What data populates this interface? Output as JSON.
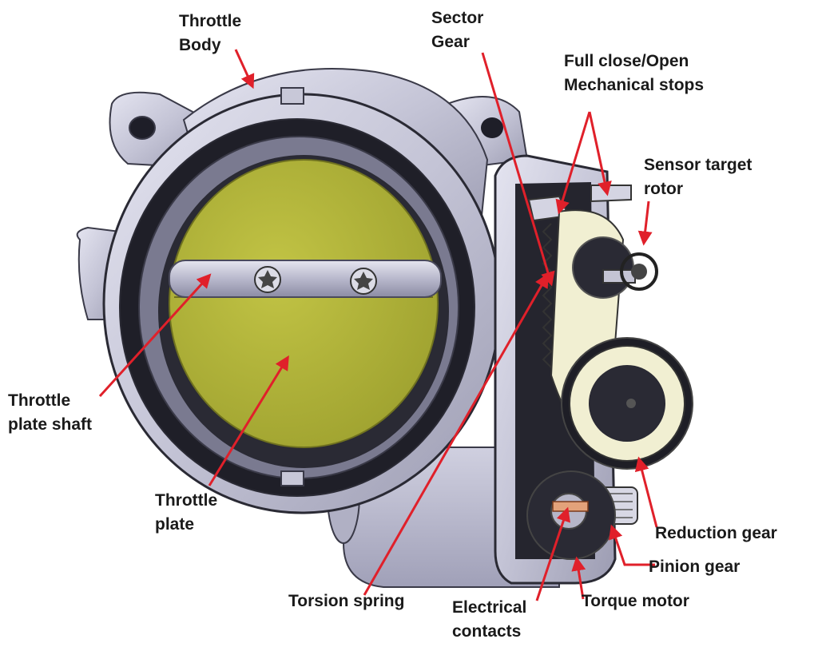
{
  "labels": {
    "throttle_body": [
      "Throttle",
      "Body"
    ],
    "sector_gear": [
      "Sector",
      "Gear"
    ],
    "mechanical_stops": [
      "Full close/Open",
      "Mechanical stops"
    ],
    "sensor_rotor": [
      "Sensor target",
      "rotor"
    ],
    "plate_shaft": [
      "Throttle",
      "plate shaft"
    ],
    "throttle_plate": [
      "Throttle",
      "plate"
    ],
    "reduction_gear": "Reduction gear",
    "pinion_gear": "Pinion gear",
    "torsion_spring": "Torsion spring",
    "electrical_contacts": [
      "Electrical",
      "contacts"
    ],
    "torque_motor": "Torque motor"
  },
  "colors": {
    "arrow": "#e0202a",
    "plate": "#b3b53a",
    "housing": "#c6c6d8",
    "housing_dark": "#2e2e38",
    "gear": "#f1efd2",
    "label_text": "#1a1a1a"
  }
}
